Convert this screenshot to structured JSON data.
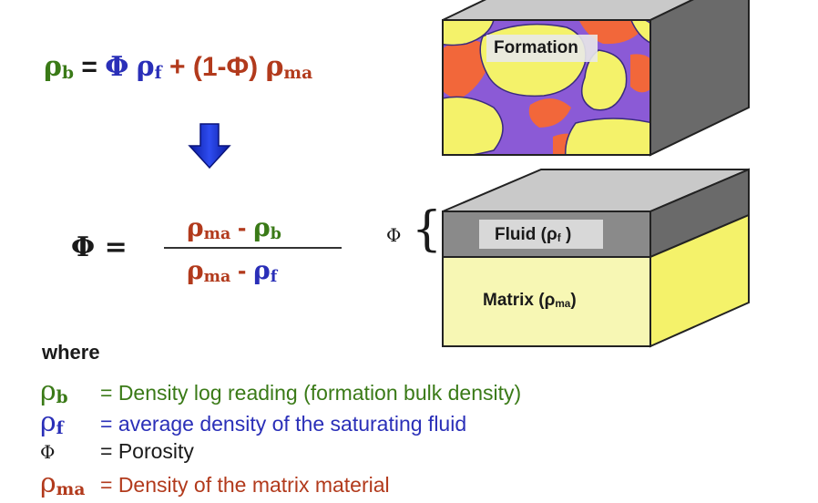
{
  "equation1": {
    "lhs_symbol": "ρ",
    "lhs_sub": "b",
    "equals": "=",
    "phi": "Φ",
    "rho_f": "ρ",
    "rho_f_sub": "f",
    "plus": "+",
    "paren": "(1-Φ)",
    "rho_ma": "ρ",
    "rho_ma_sub": "ma"
  },
  "equation2": {
    "lhs": "Φ =",
    "num_rho_ma": "ρ",
    "num_rho_ma_sub": "ma",
    "num_minus": "-",
    "num_rho_b": "ρ",
    "num_rho_b_sub": "b",
    "den_rho_ma": "ρ",
    "den_rho_ma_sub": "ma",
    "den_minus": "-",
    "den_rho_f": "ρ",
    "den_rho_f_sub": "f"
  },
  "phi_brace": {
    "symbol": "Φ",
    "brace": "{"
  },
  "blocks": {
    "formation_label": "Formation",
    "fluid_label": "Fluid (ρ",
    "fluid_sub": "f",
    "fluid_close": ")",
    "matrix_label": "Matrix (ρ",
    "matrix_sub": "ma",
    "matrix_close": ")"
  },
  "legend": {
    "where": "where",
    "items": [
      {
        "sym": "ρ",
        "sub": "b",
        "text": "= Density log reading (formation bulk density)"
      },
      {
        "sym": "ρ",
        "sub": "f",
        "text": "= average density of the saturating fluid"
      },
      {
        "sym": "Φ",
        "sub": "",
        "text": "= Porosity"
      },
      {
        "sym": "ρ",
        "sub": "ma",
        "text": "= Density of the matrix material"
      }
    ]
  },
  "colors": {
    "green": "#3a7a17",
    "blue": "#2a2fb8",
    "red": "#b23a1c",
    "arrow_blue": "#1c2fd6",
    "yellow": "#f4f26a",
    "pale_yellow": "#f7f7b4",
    "purple": "#8b5ad6",
    "orange": "#f2673a",
    "gray_top": "#c4c4c4",
    "gray_side": "#6b6b6b"
  }
}
